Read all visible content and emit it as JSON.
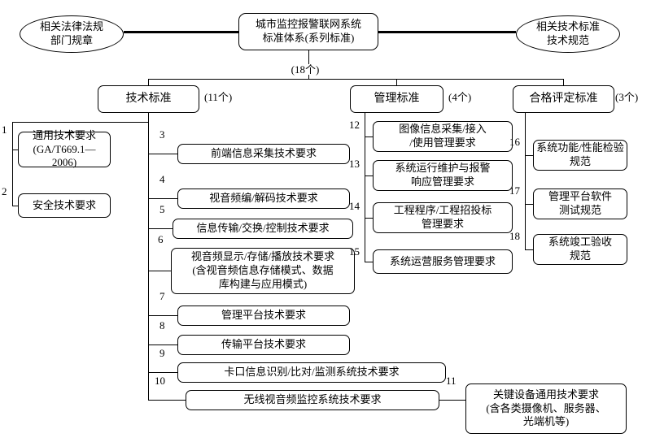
{
  "root": {
    "title": "城市监控报警联网系统\n标准体系(系列标准)",
    "total_count": "(18个)"
  },
  "side": {
    "left": "相关法律法规\n部门规章",
    "right": "相关技术标准\n技术规范"
  },
  "branches": {
    "tech": {
      "label": "技术标准",
      "count": "(11个)"
    },
    "mgmt": {
      "label": "管理标准",
      "count": "(4个)"
    },
    "eval": {
      "label": "合格评定标准",
      "count": "(3个)"
    }
  },
  "nodes": {
    "n1": {
      "num": "1",
      "text": "通用技术要求\n(GA/T669.1—2006)"
    },
    "n2": {
      "num": "2",
      "text": "安全技术要求"
    },
    "n3": {
      "num": "3",
      "text": "前端信息采集技术要求"
    },
    "n4": {
      "num": "4",
      "text": "视音频编/解码技术要求"
    },
    "n5": {
      "num": "5",
      "text": "信息传输/交换/控制技术要求"
    },
    "n6": {
      "num": "6",
      "text": "视音频显示/存储/播放技术要求\n(含视音频信息存储模式、数据\n库构建与应用模式)"
    },
    "n7": {
      "num": "7",
      "text": "管理平台技术要求"
    },
    "n8": {
      "num": "8",
      "text": "传输平台技术要求"
    },
    "n9": {
      "num": "9",
      "text": "卡口信息识别/比对/监测系统技术要求"
    },
    "n10": {
      "num": "10",
      "text": "无线视音频监控系统技术要求"
    },
    "n11": {
      "num": "11",
      "text": "关键设备通用技术要求\n(含各类摄像机、服务器、\n光端机等)"
    },
    "n12": {
      "num": "12",
      "text": "图像信息采集/接入\n/使用管理要求"
    },
    "n13": {
      "num": "13",
      "text": "系统运行维护与报警\n响应管理要求"
    },
    "n14": {
      "num": "14",
      "text": "工程程序/工程招投标\n管理要求"
    },
    "n15": {
      "num": "15",
      "text": "系统运营服务管理要求"
    },
    "n16": {
      "num": "16",
      "text": "系统功能/性能检验\n规范"
    },
    "n17": {
      "num": "17",
      "text": "管理平台软件\n测试规范"
    },
    "n18": {
      "num": "18",
      "text": "系统竣工验收\n规范"
    }
  }
}
